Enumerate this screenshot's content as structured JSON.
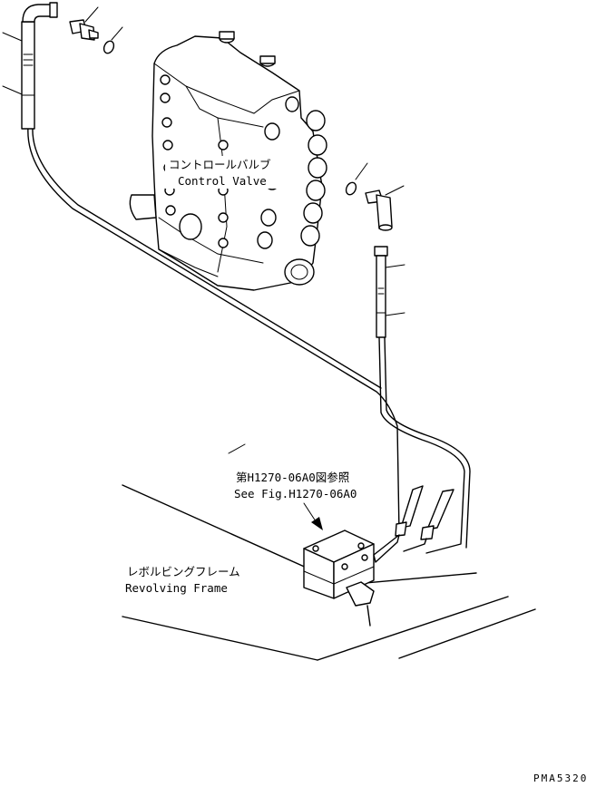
{
  "labels": {
    "control_valve_jp": "コントロールバルブ",
    "control_valve_en": "Control Valve",
    "fig_ref_jp": "第H1270-06A0図参照",
    "fig_ref_en": "See Fig.H1270-06A0",
    "revolving_frame_jp": "レボルビングフレーム",
    "revolving_frame_en": "Revolving Frame",
    "drawing_code": "PMA5320"
  }
}
